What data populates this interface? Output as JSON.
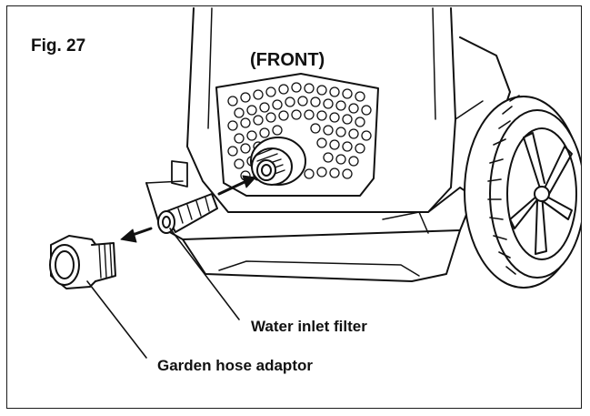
{
  "figure": {
    "number_label": "Fig. 27",
    "view_label": "(FRONT)"
  },
  "callouts": {
    "water_inlet_filter": "Water inlet filter",
    "garden_hose_adaptor": "Garden hose adaptor"
  },
  "colors": {
    "ink": "#111111",
    "paper": "#ffffff"
  }
}
